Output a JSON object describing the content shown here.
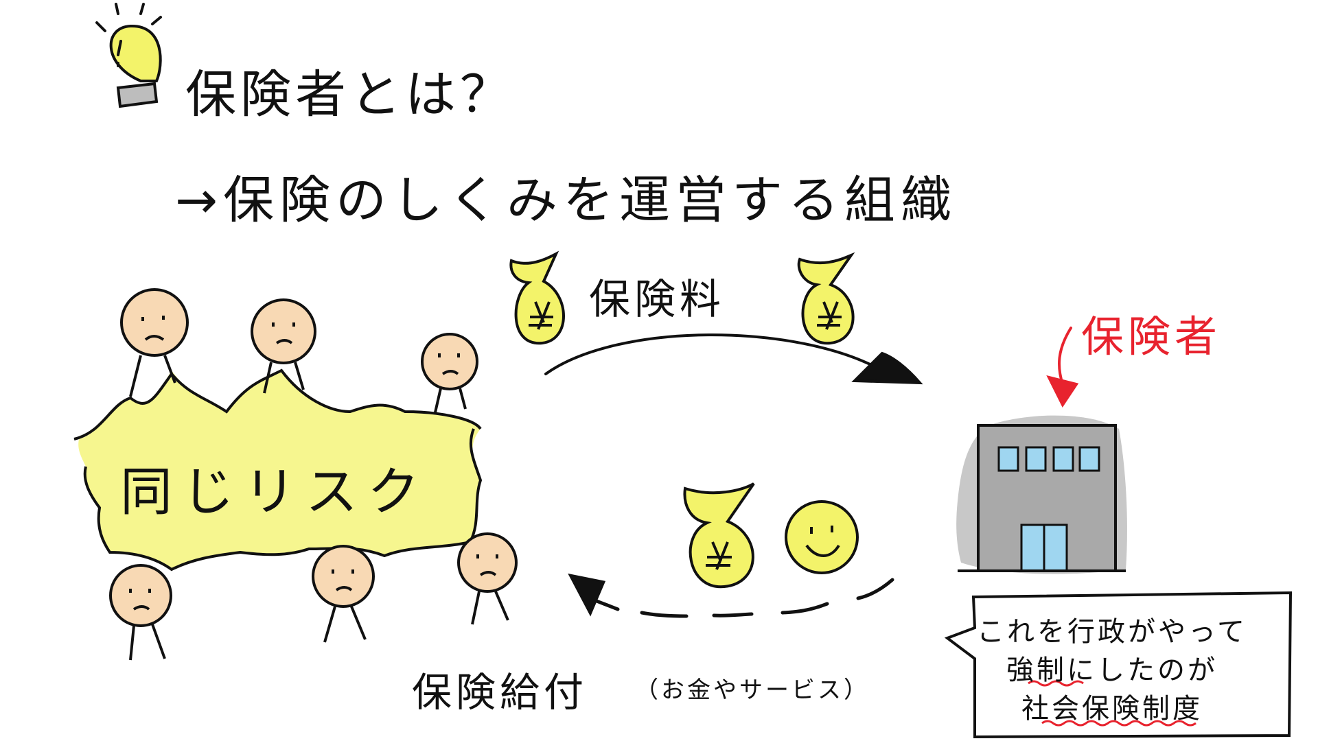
{
  "title": "保険者とは？",
  "subtitle": "→保険のしくみを運営する組織",
  "premium": {
    "label": "保険料"
  },
  "insurer": {
    "label": "保険者"
  },
  "risk": {
    "label": "同じリスク"
  },
  "benefit": {
    "label": "保険給付",
    "note": "（お金やサービス）"
  },
  "note": {
    "line1": "これを行政がやって",
    "line2_part1": "強制",
    "line2_part2": "にしたのが",
    "line3": "社会保険制度"
  },
  "colors": {
    "highlight_yellow": "#f3f36a",
    "face_peach": "#f8d9b4",
    "insurer_red": "#e8232e",
    "building_gray": "#a9a9a9",
    "window_blue": "#9fd6f0"
  }
}
